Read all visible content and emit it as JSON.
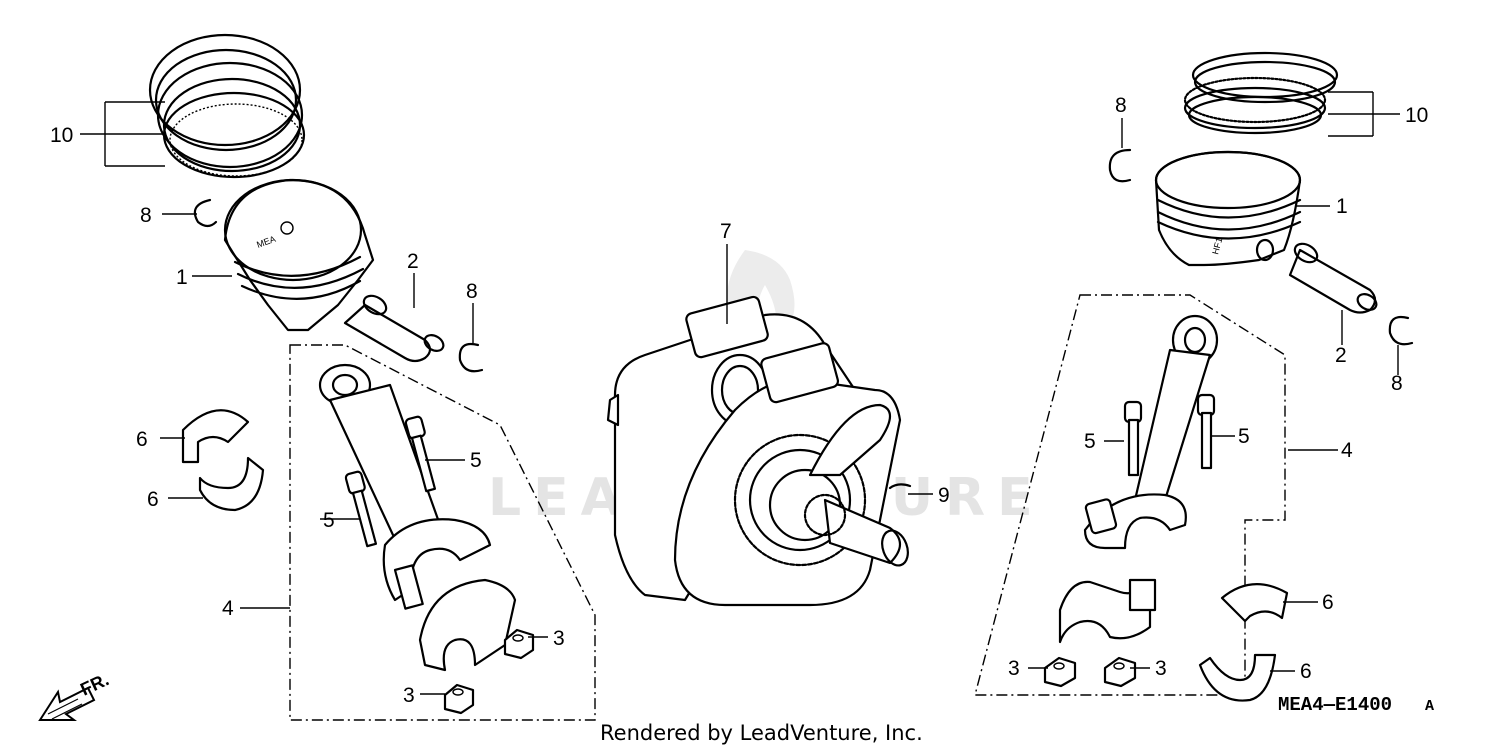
{
  "diagram_code": "MEA4—E1400",
  "diagram_code_suffix": "A",
  "credit": "Rendered by LeadVenture, Inc.",
  "watermark": "LEADVENTURE",
  "direction_label": "FR.",
  "piston_stamp_front": "MEA",
  "piston_stamp_rear": "HF1",
  "callouts": {
    "c1_left": "1",
    "c1_right": "1",
    "c2_left": "2",
    "c2_right": "2",
    "c3_a": "3",
    "c3_b": "3",
    "c3_c": "3",
    "c3_d": "3",
    "c4_left": "4",
    "c4_right": "4",
    "c5_a": "5",
    "c5_b": "5",
    "c5_c": "5",
    "c5_d": "5",
    "c6_a": "6",
    "c6_b": "6",
    "c6_c": "6",
    "c6_d": "6",
    "c7": "7",
    "c8_a": "8",
    "c8_b": "8",
    "c8_c": "8",
    "c8_d": "8",
    "c9": "9",
    "c10_left": "10",
    "c10_right": "10"
  }
}
